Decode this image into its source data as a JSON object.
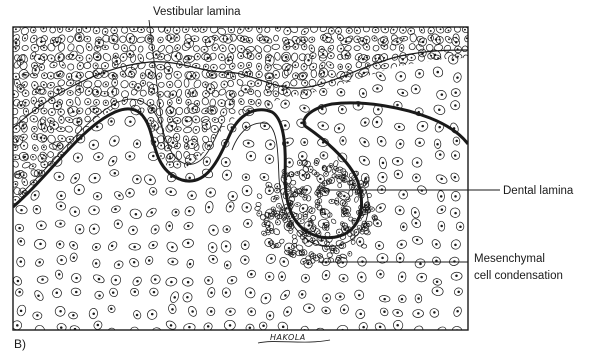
{
  "labels": {
    "vestibular_lamina": "Vestibular lamina",
    "dental_lamina": "Dental lamina",
    "mesenchymal_line1": "Mesenchymal",
    "mesenchymal_line2": "cell condensation",
    "panel": "B)"
  },
  "signature": "HAKOLA",
  "colors": {
    "ink": "#1a1a1a",
    "background": "#ffffff"
  }
}
